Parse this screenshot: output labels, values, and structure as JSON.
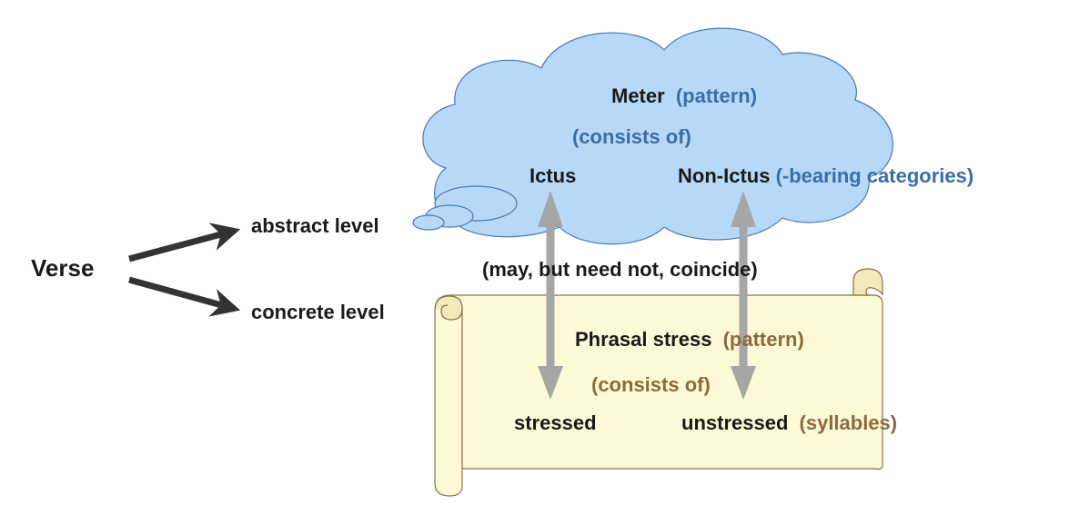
{
  "verse": "Verse",
  "levels": {
    "abstract": "abstract level",
    "concrete": "concrete level"
  },
  "cloud": {
    "meter": "Meter",
    "meter_note": "(pattern)",
    "consists": "(consists of)",
    "ictus": "Ictus",
    "non_ictus": "Non-Ictus",
    "categories_note": "(-bearing categories)"
  },
  "coincide": "(may, but need not, coincide)",
  "scroll": {
    "phrasal": "Phrasal stress",
    "phrasal_note": "(pattern)",
    "consists": "(consists of)",
    "stressed": "stressed",
    "unstressed": "unstressed",
    "syllables_note": "(syllables)"
  },
  "colors": {
    "cloud_fill": "#b8d8f8",
    "cloud_stroke": "#4a7ab0",
    "cloud_note": "#3a6ea5",
    "scroll_fill": "#fdf9d7",
    "scroll_stroke": "#8a7048",
    "scroll_note": "#8b6a3e",
    "arrow_gray": "#a6a6a6",
    "text": "#1a1a1a"
  }
}
